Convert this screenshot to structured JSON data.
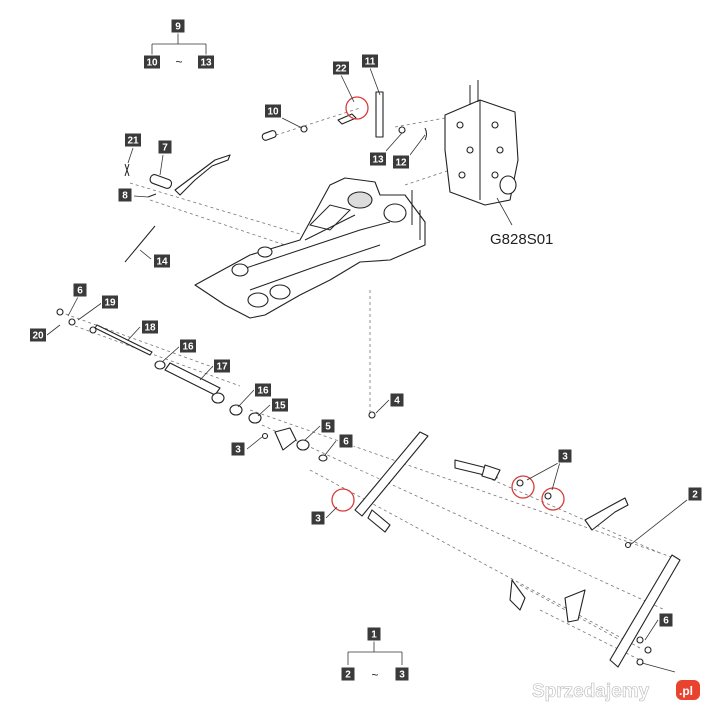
{
  "callouts": [
    {
      "id": "c-9",
      "label": "9"
    },
    {
      "id": "c-10a",
      "label": "10"
    },
    {
      "id": "c-13a",
      "label": "13"
    },
    {
      "id": "c-22",
      "label": "22"
    },
    {
      "id": "c-11",
      "label": "11"
    },
    {
      "id": "c-10b",
      "label": "10"
    },
    {
      "id": "c-13b",
      "label": "13"
    },
    {
      "id": "c-12",
      "label": "12"
    },
    {
      "id": "c-21",
      "label": "21"
    },
    {
      "id": "c-7",
      "label": "7"
    },
    {
      "id": "c-8",
      "label": "8"
    },
    {
      "id": "c-14",
      "label": "14"
    },
    {
      "id": "c-6a",
      "label": "6"
    },
    {
      "id": "c-19",
      "label": "19"
    },
    {
      "id": "c-20",
      "label": "20"
    },
    {
      "id": "c-18",
      "label": "18"
    },
    {
      "id": "c-16a",
      "label": "16"
    },
    {
      "id": "c-17",
      "label": "17"
    },
    {
      "id": "c-16b",
      "label": "16"
    },
    {
      "id": "c-15",
      "label": "15"
    },
    {
      "id": "c-4",
      "label": "4"
    },
    {
      "id": "c-5",
      "label": "5"
    },
    {
      "id": "c-6b",
      "label": "6"
    },
    {
      "id": "c-3a",
      "label": "3"
    },
    {
      "id": "c-3b",
      "label": "3"
    },
    {
      "id": "c-3c",
      "label": "3"
    },
    {
      "id": "c-2a",
      "label": "2"
    },
    {
      "id": "c-6c",
      "label": "6"
    },
    {
      "id": "c-1",
      "label": "1"
    },
    {
      "id": "c-2b",
      "label": "2"
    },
    {
      "id": "c-3d",
      "label": "3"
    }
  ],
  "range_symbol": "~",
  "assembly_label": "G828S01",
  "watermark": {
    "text": "Sprzedajemy",
    "suffix": ".pl",
    "accent_color": "#e8432e"
  },
  "highlight_color": "#d93b3b"
}
